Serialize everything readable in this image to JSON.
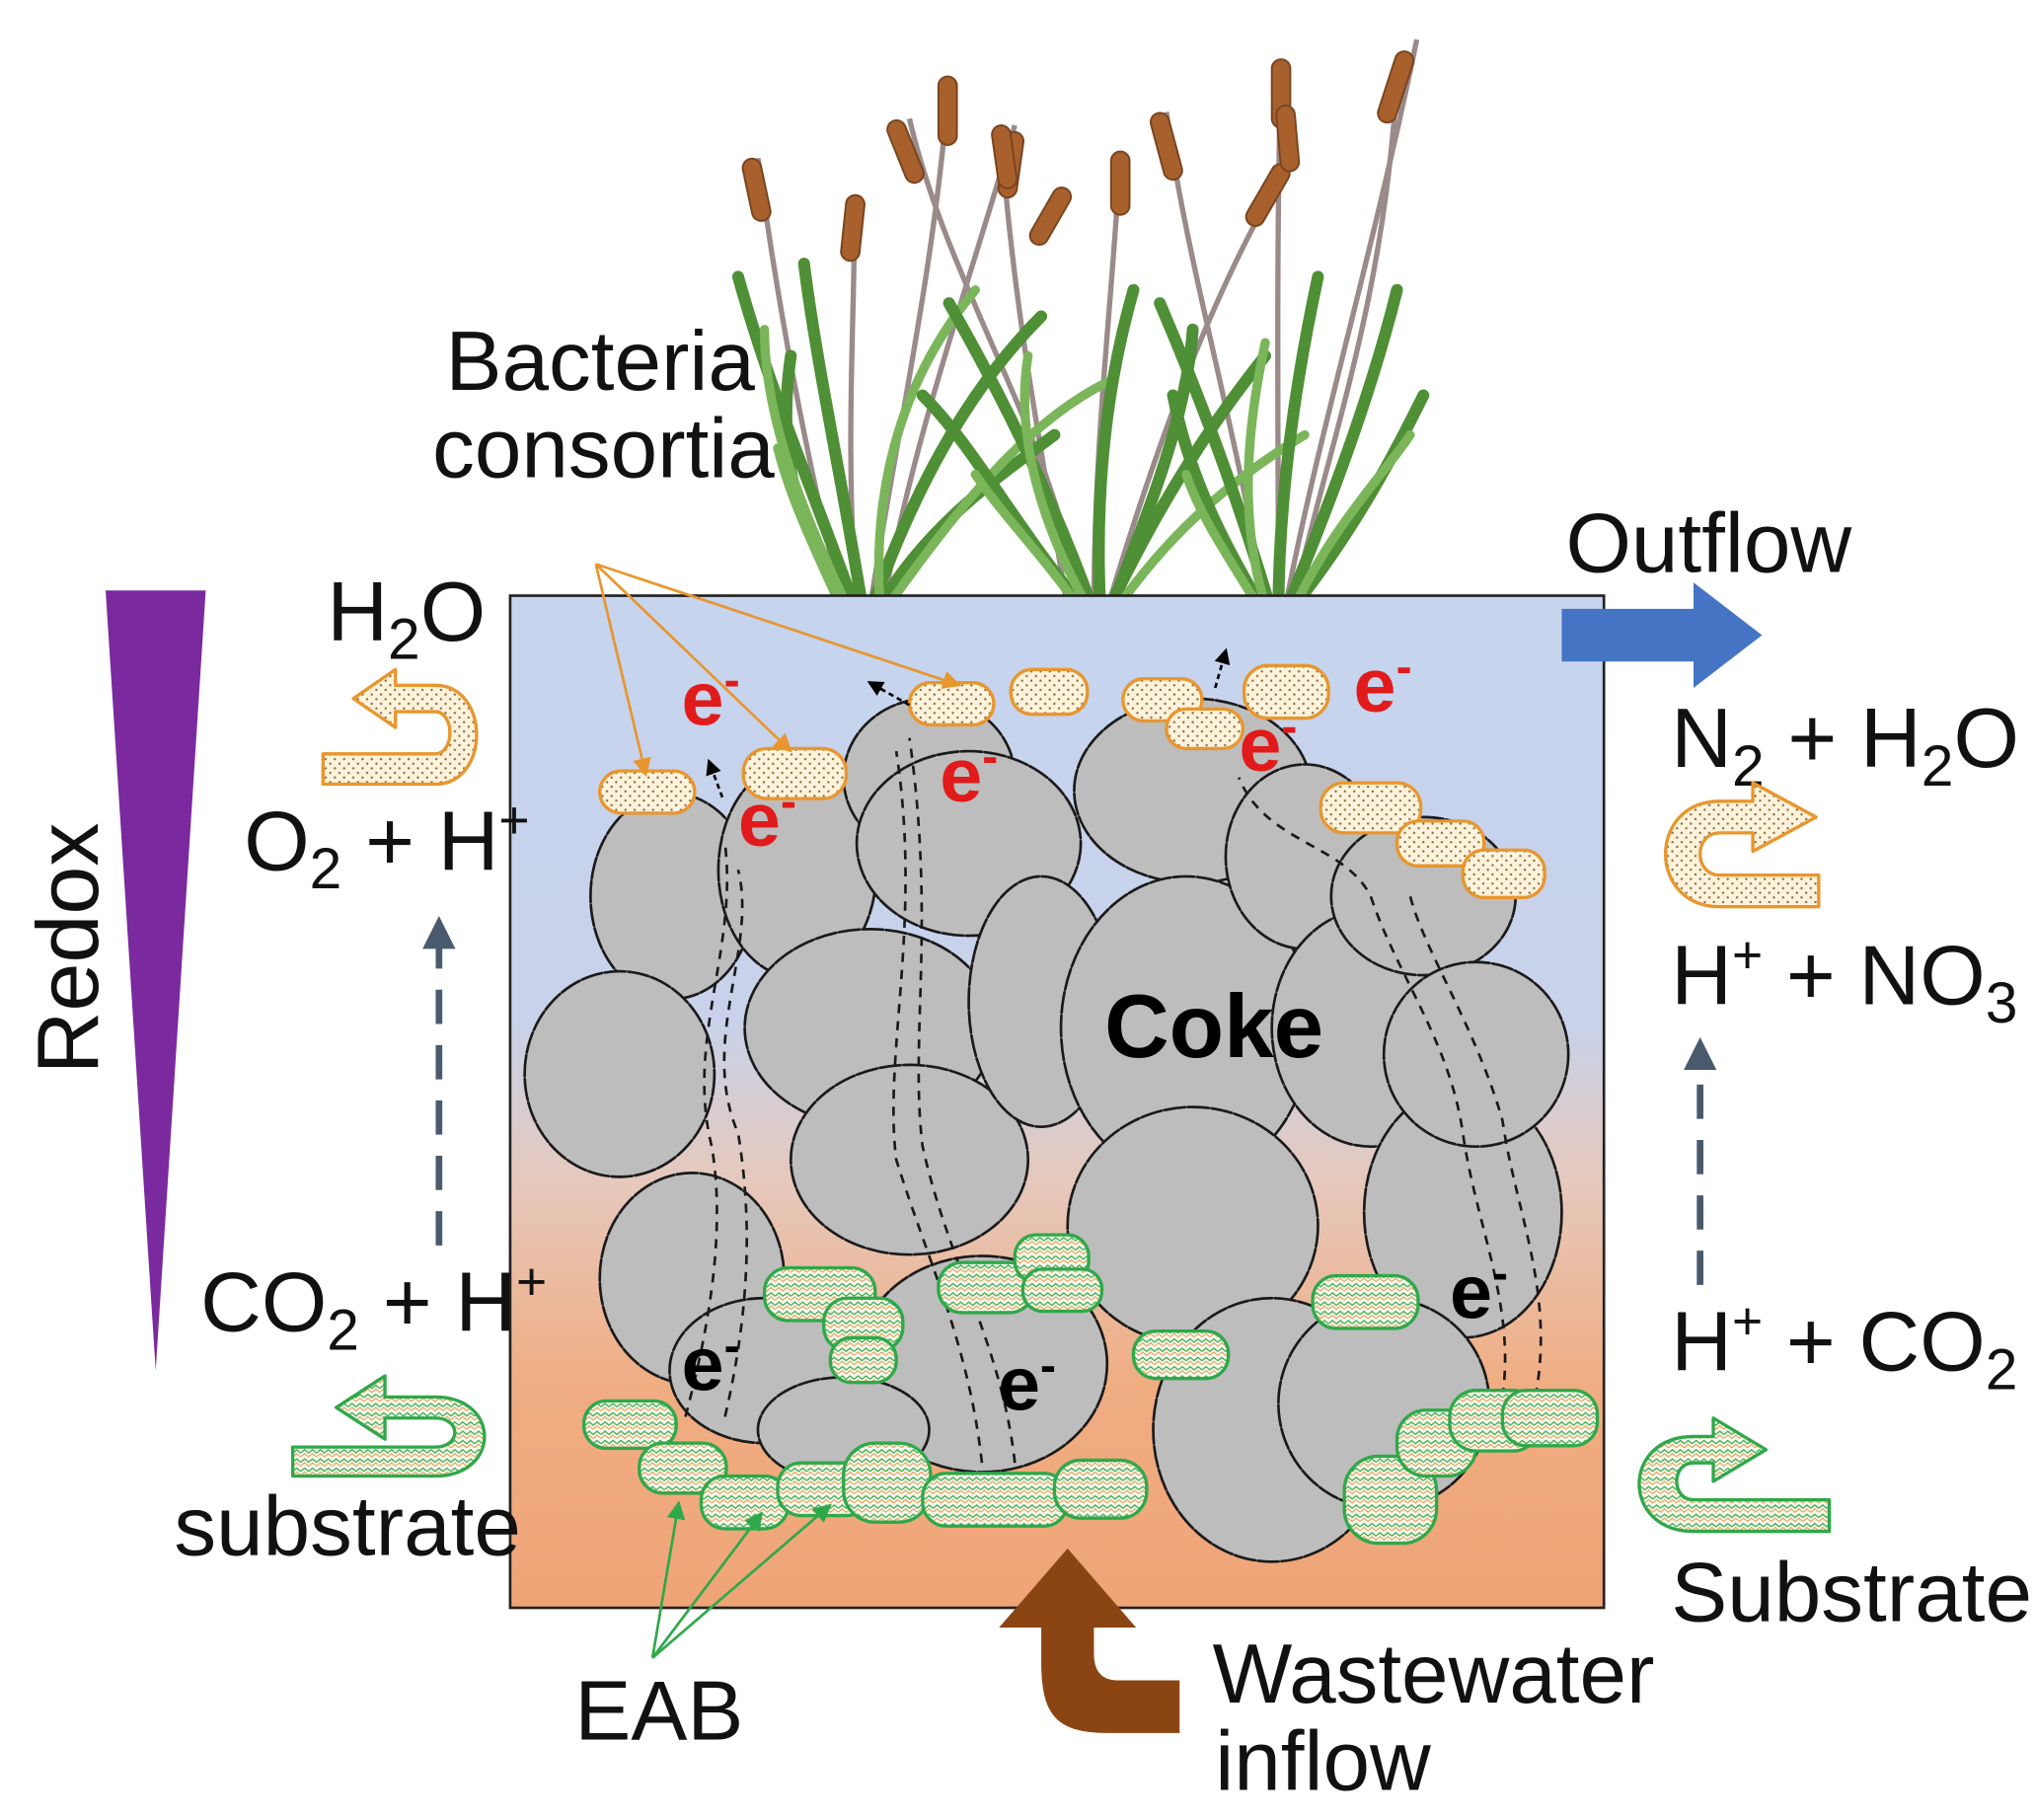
{
  "labels": {
    "bacteria_line1": "Bacteria",
    "bacteria_line2": "consortia",
    "outflow": "Outflow",
    "redox": "Redox",
    "coke": "Coke",
    "eab": "EAB",
    "wastewater_line1": "Wastewater",
    "wastewater_line2": "inflow",
    "substrate_left": "substrate",
    "substrate_right": "Substrate"
  },
  "left_reactions": {
    "h2o": {
      "a": "H",
      "sub": "2",
      "b": "O"
    },
    "o2": {
      "a": "O",
      "sub": "2",
      "b": " + H",
      "sup": "+"
    },
    "co2": {
      "a": "CO",
      "sub": "2",
      "b": " + H",
      "sup": "+"
    }
  },
  "right_reactions": {
    "n2": {
      "a": "N",
      "sub1": "2",
      "b": " + H",
      "sub2": "2",
      "c": "O"
    },
    "no3": {
      "a": "H",
      "sup": "+",
      "b": " + NO",
      "sub": "3"
    },
    "co2": {
      "a": "H",
      "sup": "+",
      "b": " + CO",
      "sub": "2"
    }
  },
  "electron": {
    "symbol": "e",
    "charge": "-"
  },
  "colors": {
    "water_top": "#c6d4ee",
    "water_bottom": "#efa878",
    "coke": "#bdbdbd",
    "aerobic_bacteria_fill": "#fdf3dc",
    "aerobic_bacteria_edge": "#e8962e",
    "eab_fill": "#f3faee",
    "eab_edge": "#2fa84a",
    "redox_wedge": "#7a2a9e",
    "outflow_arrow": "#4574c4",
    "inflow_arrow": "#8b4513",
    "electron_red": "#e11b1b",
    "reed_leaf": "#5a9a3c",
    "cattail": "#a8612d"
  }
}
